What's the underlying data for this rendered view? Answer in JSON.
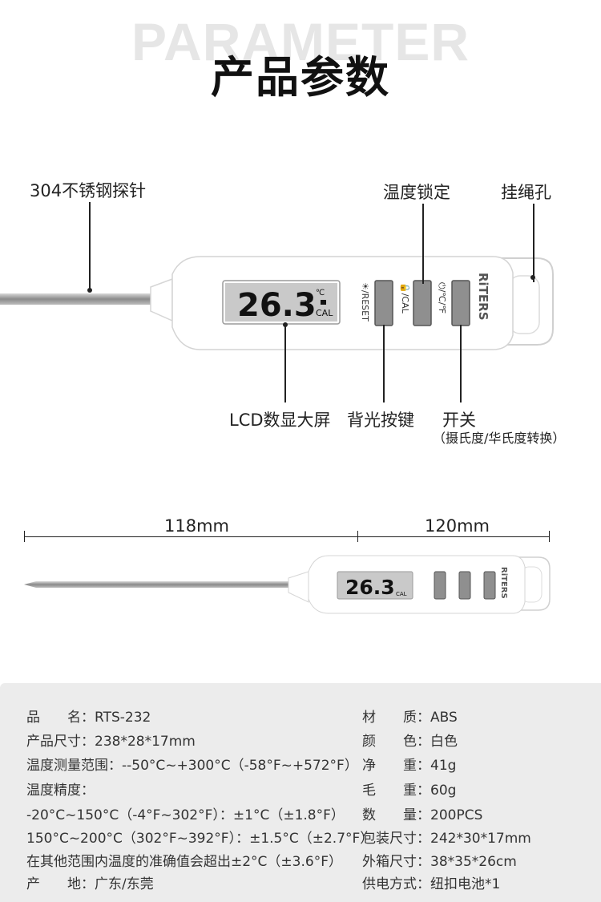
{
  "header": {
    "bg_word": "PARAMETER",
    "title": "产品参数"
  },
  "callouts": {
    "probe": "304不锈钢探针",
    "lock": "温度锁定",
    "hole": "挂绳孔",
    "lcd": "LCD数显大屏",
    "backlight": "背光按键",
    "switch": "开关",
    "switch_sub": "（摄氏度/华氏度转换）"
  },
  "device": {
    "brand": "RiTERS",
    "reading": "26.3",
    "unit": "℃",
    "cal": "CAL",
    "btn1": "☀/RESET",
    "btn2": "🔒/CAL",
    "btn3": "⏻/℃/℉"
  },
  "dimensions": {
    "left": "118mm",
    "right": "120mm"
  },
  "specs": {
    "left": [
      "品　　名：RTS-232",
      "产品尺寸：238*28*17mm",
      "温度测量范围：--50°C~+300°C（-58°F~+572°F）",
      "温度精度：",
      "-20°C~150°C（-4°F~302°F）：±1°C（±1.8°F）",
      "150°C~200°C（302°F~392°F）：±1.5°C（±2.7°F）",
      "在其他范围内温度的准确值会超出±2°C（±3.6°F）",
      "产　　地：广东/东莞"
    ],
    "right": [
      "材　　质：ABS",
      "颜　　色：白色",
      "净　　重：41g",
      "毛　　重：60g",
      "数　　量：200PCS",
      "包装尺寸：242*30*17mm",
      "外箱尺寸：38*35*26cm",
      "供电方式：纽扣电池*1"
    ]
  },
  "colors": {
    "lcd": "#c9c9c9",
    "button": "#8f8f8f",
    "panel": "#ececec"
  }
}
